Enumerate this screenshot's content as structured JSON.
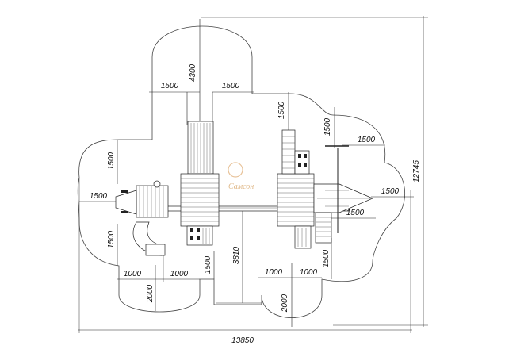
{
  "diagram": {
    "type": "playground layout plan",
    "watermark": "Самсон",
    "dimensions": {
      "total_width": "13850",
      "total_height": "12745",
      "top_height": "4300",
      "top_left": "1500",
      "top_right": "1500",
      "center_top": "1500",
      "right_upper_1": "1500",
      "right_upper_2": "1500",
      "right_middle": "1500",
      "right_lower": "1500",
      "right_bottom": "1500",
      "left_upper": "1500",
      "left_middle": "1500",
      "left_lower": "1500",
      "bottom_left_1": "1000",
      "bottom_left_2": "1000",
      "bottom_left_height": "2000",
      "bottom_center_1500": "1500",
      "bottom_center_3810": "3810",
      "bottom_right_1": "1000",
      "bottom_right_2": "1000",
      "bottom_right_height": "2000"
    }
  }
}
